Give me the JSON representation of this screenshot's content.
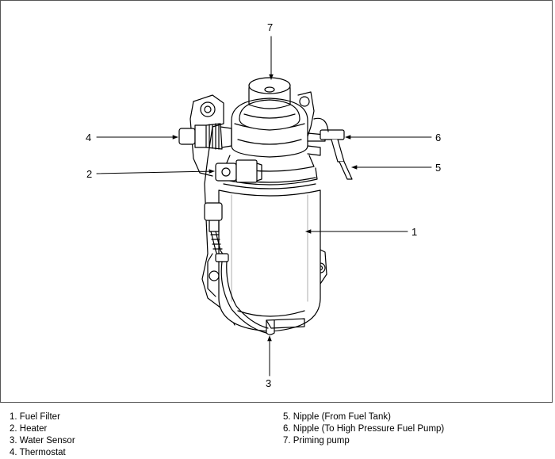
{
  "diagram": {
    "callouts": {
      "c1": "1",
      "c2": "2",
      "c3": "3",
      "c4": "4",
      "c5": "5",
      "c6": "6",
      "c7": "7"
    }
  },
  "legend": {
    "left": [
      "1. Fuel Filter",
      "2. Heater",
      "3. Water Sensor",
      "4. Thermostat"
    ],
    "right": [
      "5. Nipple (From Fuel Tank)",
      "6. Nipple (To High Pressure Fuel Pump)",
      "7. Priming pump"
    ]
  },
  "colors": {
    "line": "#000000",
    "shade": "#e6e6e6",
    "frame": "#555555"
  }
}
